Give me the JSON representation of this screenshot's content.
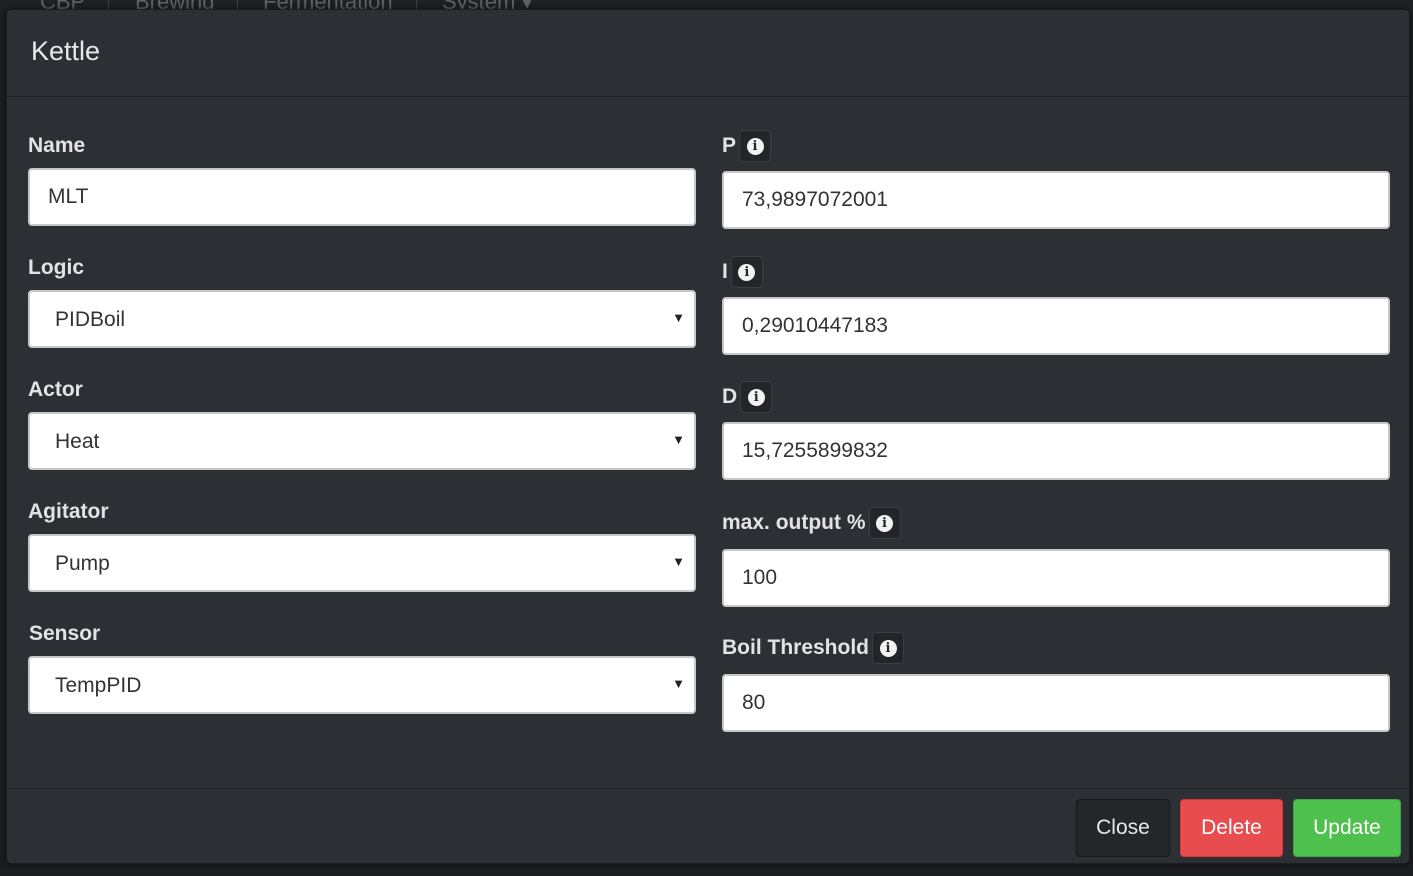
{
  "nav": {
    "items": [
      "CBP",
      "Brewing",
      "Fermentation",
      "System ▾"
    ]
  },
  "modal": {
    "title": "Kettle"
  },
  "left": {
    "name": {
      "label": "Name",
      "value": "MLT"
    },
    "logic": {
      "label": "Logic",
      "value": "PIDBoil"
    },
    "actor": {
      "label": "Actor",
      "value": "Heat"
    },
    "agitator": {
      "label": "Agitator",
      "value": "Pump"
    },
    "sensor": {
      "label": "Sensor",
      "value": "TempPID"
    }
  },
  "right": {
    "p": {
      "label": "P",
      "value": "73,9897072001"
    },
    "i": {
      "label": "I",
      "value": "0,29010447183"
    },
    "d": {
      "label": "D",
      "value": "15,7255899832"
    },
    "max_output": {
      "label": "max. output %",
      "value": "100"
    },
    "boil_threshold": {
      "label": "Boil Threshold",
      "value": "80"
    }
  },
  "footer": {
    "close_label": "Close",
    "delete_label": "Delete",
    "update_label": "Update"
  },
  "icons": {
    "info": "info-circle-icon",
    "caret": "caret-down-icon"
  },
  "colors": {
    "modal_bg": "#2c2f33",
    "delete": "#e84c4f",
    "update": "#4ec04d",
    "close": "#24272a"
  }
}
